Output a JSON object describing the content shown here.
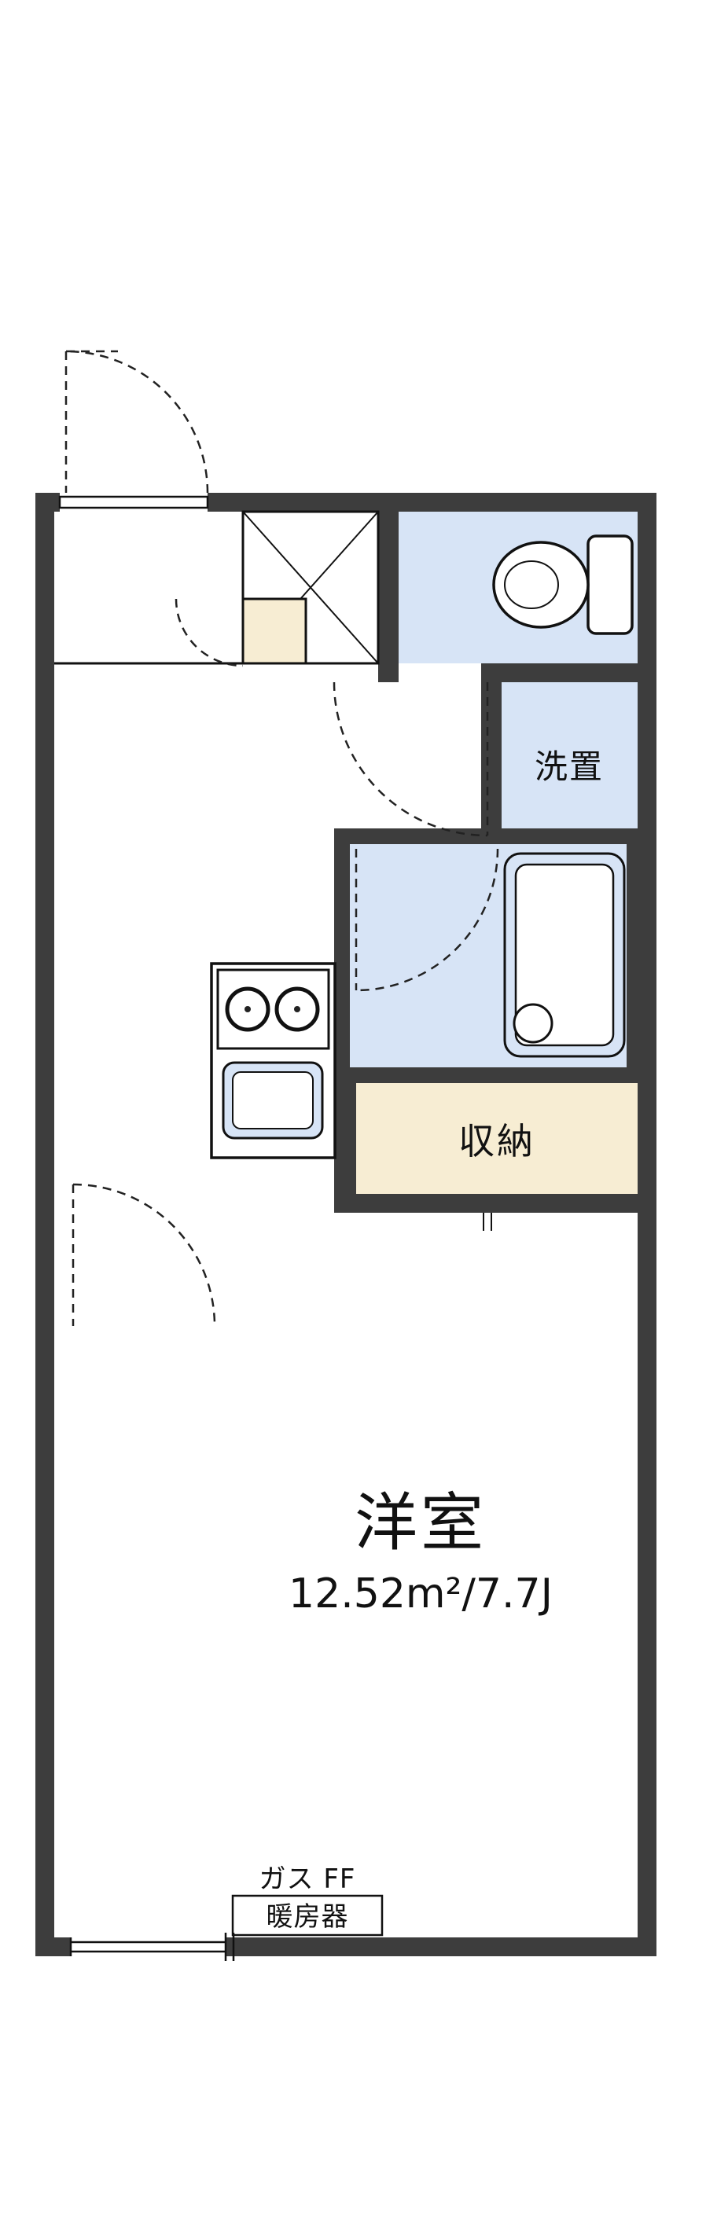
{
  "labels": {
    "room_name": "洋室",
    "room_area": "12.52m²/7.7J",
    "closet": "収納",
    "washer": "洗置",
    "heater_caption": "ガス FF",
    "heater_unit": "暖房器"
  },
  "colors": {
    "wall": "#3d3d3d",
    "water_area": "#d7e4f6",
    "storage": "#f7edd3",
    "background": "#ffffff",
    "line": "#1a1a1a"
  }
}
